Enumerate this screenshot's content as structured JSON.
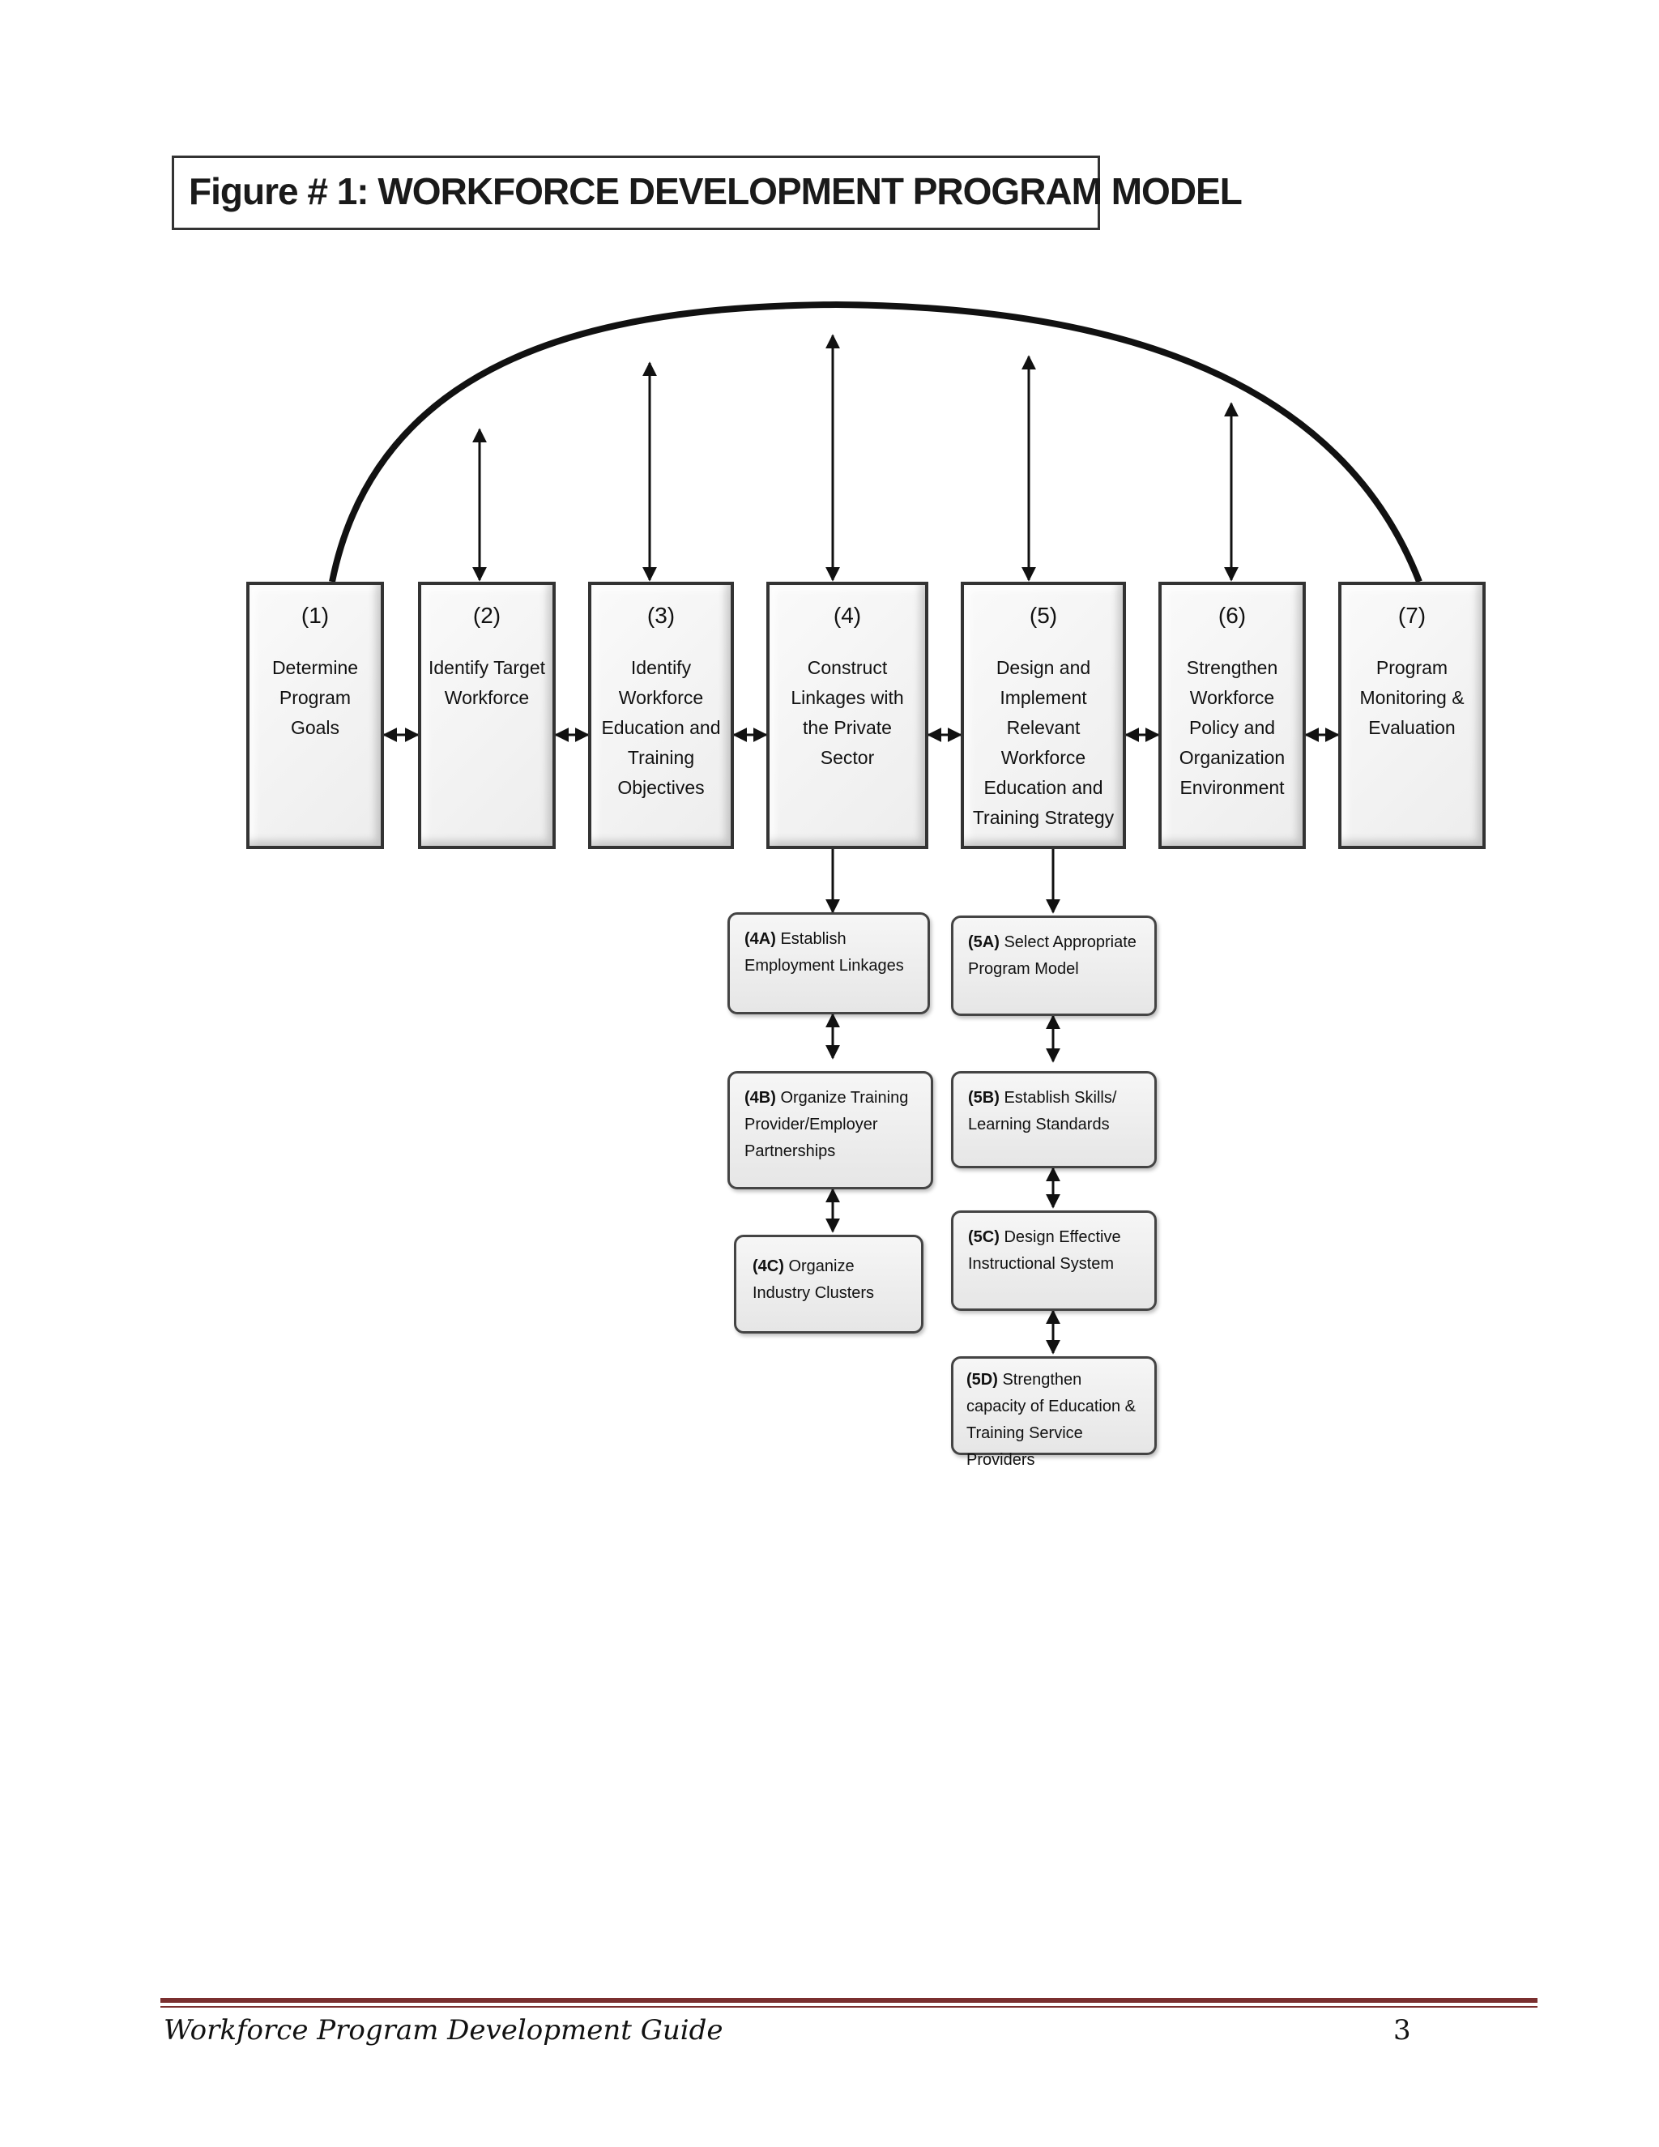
{
  "figure_title": "Figure # 1: WORKFORCE DEVELOPMENT PROGRAM MODEL",
  "steps": [
    {
      "num": "(1)",
      "label": "Determine Program Goals"
    },
    {
      "num": "(2)",
      "label": "Identify Target Workforce"
    },
    {
      "num": "(3)",
      "label": "Identify Workforce Education and Training Objectives"
    },
    {
      "num": "(4)",
      "label": "Construct Linkages with the Private Sector"
    },
    {
      "num": "(5)",
      "label": "Design and Implement Relevant Workforce Education and Training Strategy"
    },
    {
      "num": "(6)",
      "label": "Strengthen Workforce Policy and Organization Environment"
    },
    {
      "num": "(7)",
      "label": "Program Monitoring & Evaluation"
    }
  ],
  "substeps_4": [
    {
      "id": "(4A)",
      "label": "Establish Employment Linkages"
    },
    {
      "id": "(4B)",
      "label": "Organize Training Provider/Employer Partnerships"
    },
    {
      "id": "(4C)",
      "label": "Organize Industry Clusters"
    }
  ],
  "substeps_5": [
    {
      "id": "(5A)",
      "label": "Select Appropriate Program Model"
    },
    {
      "id": "(5B)",
      "label": "Establish Skills/ Learning Standards"
    },
    {
      "id": "(5C)",
      "label": "Design Effective Instructional System"
    },
    {
      "id": "(5D)",
      "label": "Strengthen capacity of Education & Training Service Providers"
    }
  ],
  "footer": {
    "title": "Workforce Program Development Guide",
    "page": "3"
  },
  "colors": {
    "line": "#111111",
    "footer_rule": "#7a2f2f"
  }
}
